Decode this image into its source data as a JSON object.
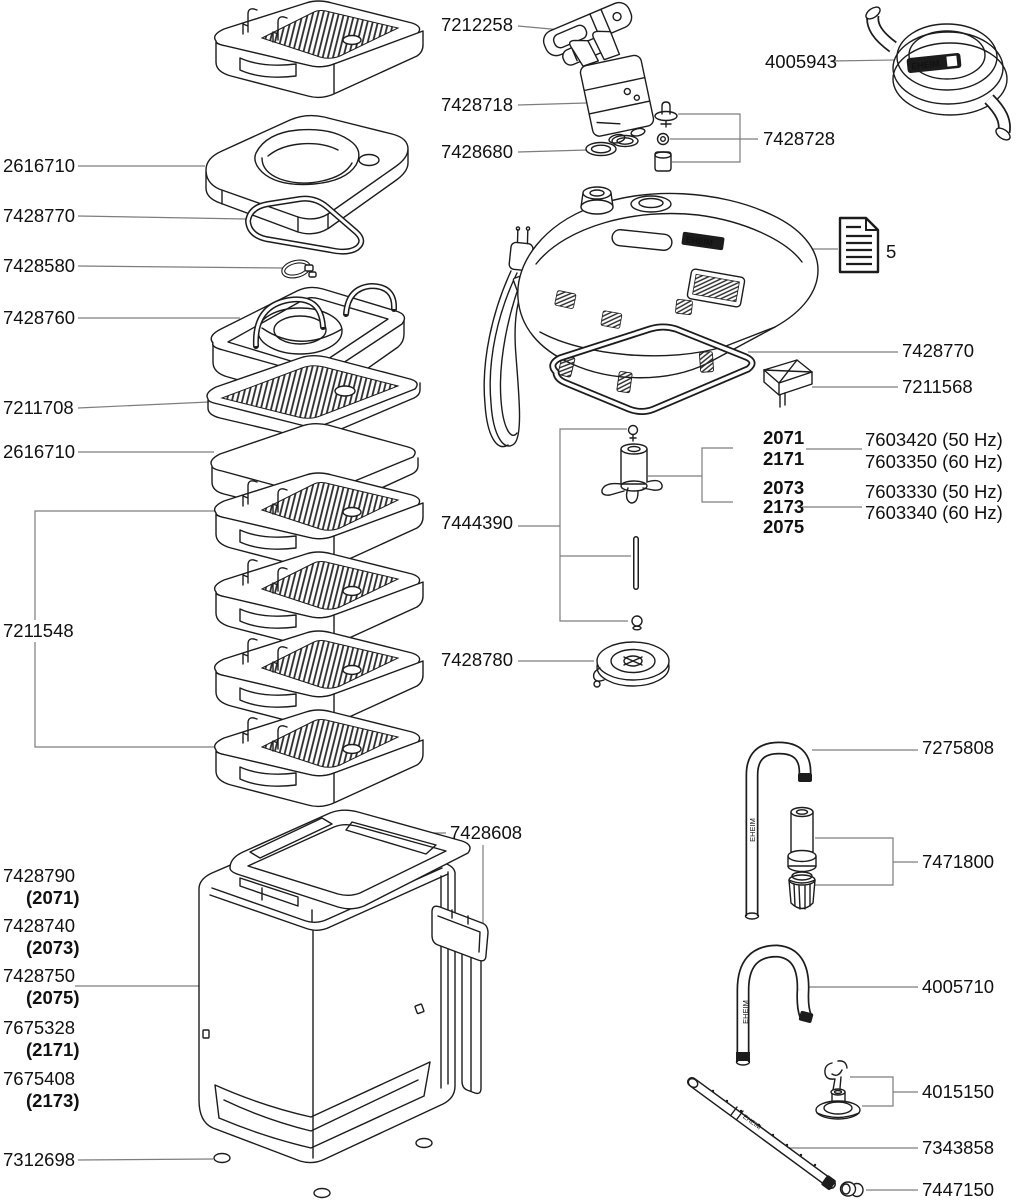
{
  "brand": {
    "name": "EHEIM"
  },
  "labels": {
    "lid": "2616710",
    "lid_gasket": "7428770",
    "hose_clip": "7428580",
    "prefilter_basket": "7428760",
    "lattice_plate": "7211708",
    "foam_pad": "2616710",
    "filter_baskets": "7211548",
    "adapter": "7212258",
    "double_tap": "7428718",
    "sealing_rings": "7428680",
    "hose": "4005943",
    "float_valve": "7428728",
    "manual": "5",
    "head_gasket": "7428770",
    "transport_clip": "7211568",
    "impeller_set": "7444390",
    "pump_cover": "7428780",
    "canister_clip": "7428608",
    "canister_2071": "7428790",
    "canister_2071_model": "(2071)",
    "canister_2073": "7428740",
    "canister_2073_model": "(2073)",
    "canister_2075": "7428750",
    "canister_2075_model": "(2075)",
    "canister_2171": "7675328",
    "canister_2171_model": "(2171)",
    "canister_2173": "7675408",
    "canister_2173_model": "(2173)",
    "rubber_foot": "7312698",
    "intake_pipe": "7275808",
    "strainer": "7471800",
    "outlet_elbow": "4005710",
    "suction_clip": "4015150",
    "spray_bar": "7343858",
    "plug": "7447150"
  },
  "impeller_table": {
    "models_a": [
      "2071",
      "2171"
    ],
    "parts_a": [
      "7603420 (50 Hz)",
      "7603350 (60 Hz)"
    ],
    "models_b": [
      "2073",
      "2173",
      "2075"
    ],
    "parts_b": [
      "7603330 (50 Hz)",
      "7603340 (60 Hz)"
    ]
  }
}
